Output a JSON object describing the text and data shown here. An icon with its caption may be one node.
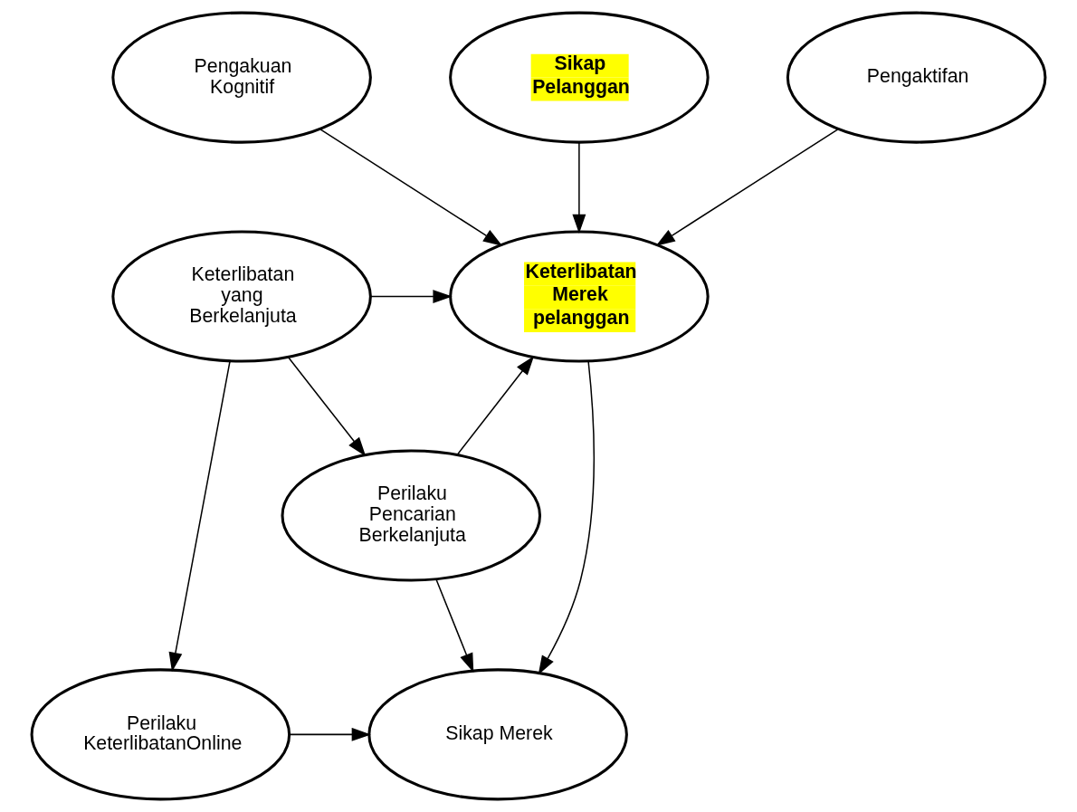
{
  "diagram": {
    "nodes": [
      {
        "text": [
          "Pengakuan Kognitif"
        ]
      },
      {
        "text": [
          "Sikap Pelanggan"
        ]
      },
      {
        "text": [
          "Pengaktifan"
        ]
      },
      {
        "text": [
          "Keterlibatan yang Berkelanjuta"
        ]
      },
      {
        "text": [
          "Keterlibatan Merek pelanggan"
        ]
      },
      {
        "text": [
          "Perilaku Pencarian Berkelanjuta"
        ]
      },
      {
        "text": [
          "Perilaku KeterlibatanOnline"
        ]
      },
      {
        "text": [
          "Sikap Merek"
        ]
      }
    ],
    "edges": [
      {
        "from": 0,
        "to": 4,
        "arrow": "to"
      },
      {
        "from": 1,
        "to": 4,
        "arrow": "to"
      },
      {
        "from": 2,
        "to": 4,
        "arrow": "to"
      },
      {
        "from": 3,
        "to": 4,
        "arrow": "to"
      },
      {
        "from": 3,
        "to": 5,
        "arrow": "to"
      },
      {
        "from": 3,
        "to": 6,
        "arrow": "to"
      },
      {
        "from": 5,
        "to": 4,
        "arrow": "to"
      },
      {
        "from": 5,
        "to": 7,
        "arrow": "to"
      },
      {
        "from": 6,
        "to": 7,
        "arrow": "to"
      },
      {
        "from": 4,
        "to": 7,
        "arrow": "to"
      }
    ]
  }
}
